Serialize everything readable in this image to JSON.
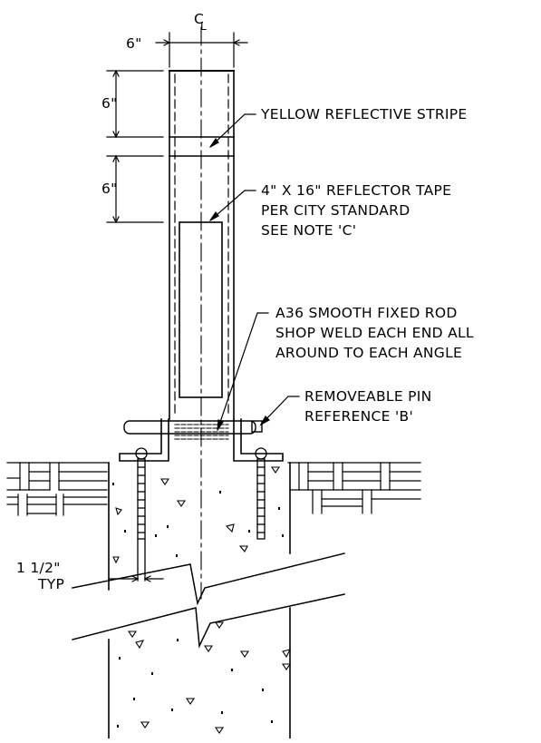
{
  "labels": {
    "centerline": "CL",
    "dim_width": "6\"",
    "dim_top": "6\"",
    "dim_mid": "6\"",
    "stripe": "YELLOW REFLECTIVE STRIPE",
    "tape_1": "4\" X 16\" REFLECTOR TAPE",
    "tape_2": "PER CITY STANDARD",
    "tape_3": "SEE NOTE 'C'",
    "rod_1": "A36 SMOOTH FIXED ROD",
    "rod_2": "SHOP WELD EACH END ALL",
    "rod_3": "AROUND TO EACH ANGLE",
    "pin_1": "REMOVEABLE PIN",
    "pin_2": "REFERENCE 'B'",
    "spacing_1": "1 1/2\"",
    "spacing_2": "TYP"
  }
}
